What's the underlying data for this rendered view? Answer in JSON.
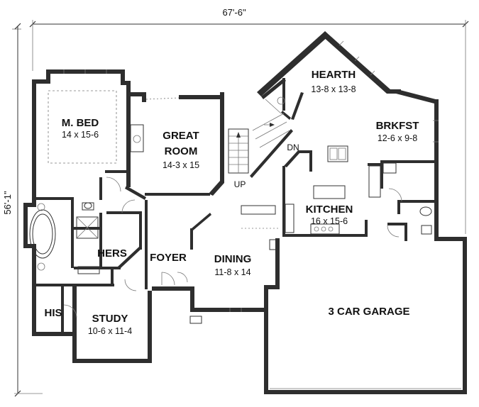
{
  "dimensions": {
    "width": "67'-6\"",
    "depth": "56'-1\""
  },
  "rooms": [
    {
      "id": "mbed",
      "name": "M. BED",
      "size": "14 x 15-6"
    },
    {
      "id": "great",
      "name": "GREAT",
      "name2": "ROOM",
      "size": "14-3 x 15"
    },
    {
      "id": "hearth",
      "name": "HEARTH",
      "size": "13-8 x 13-8"
    },
    {
      "id": "brkfst",
      "name": "BRKFST",
      "size": "12-6 x 9-8"
    },
    {
      "id": "kitchen",
      "name": "KITCHEN",
      "size": "16 x 15-6"
    },
    {
      "id": "dining",
      "name": "DINING",
      "size": "11-8 x 14"
    },
    {
      "id": "foyer",
      "name": "FOYER"
    },
    {
      "id": "hers",
      "name": "HERS"
    },
    {
      "id": "his",
      "name": "HIS"
    },
    {
      "id": "study",
      "name": "STUDY",
      "size": "10-6 x 11-4"
    },
    {
      "id": "garage",
      "name": "3 CAR GARAGE"
    }
  ],
  "stairs": {
    "up": "UP",
    "down": "DN"
  }
}
